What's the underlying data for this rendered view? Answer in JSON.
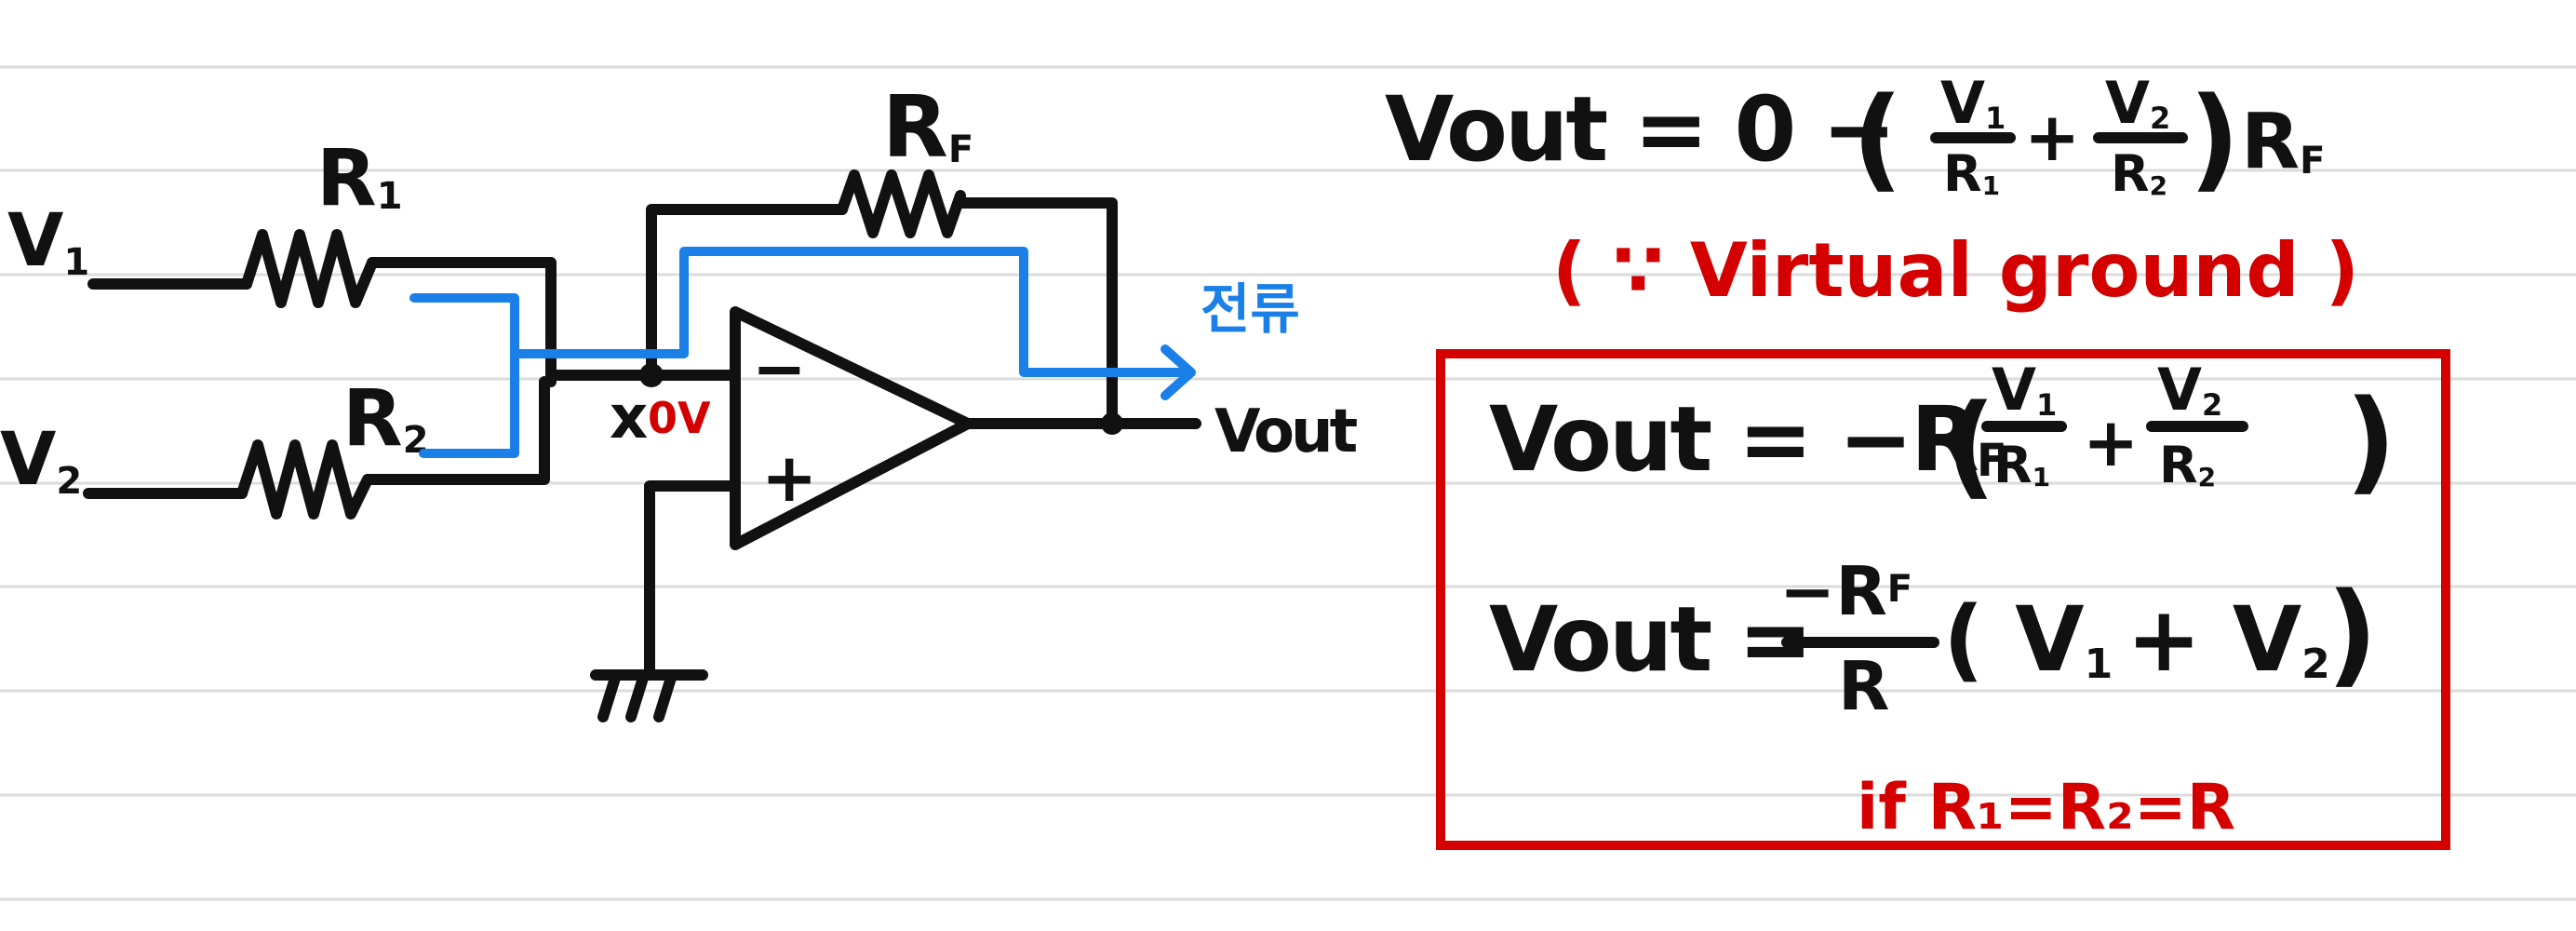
{
  "circuit": {
    "input1": "V",
    "input1_sub": "1",
    "input2": "V",
    "input2_sub": "2",
    "r1": "R",
    "r1_sub": "1",
    "r2": "R",
    "r2_sub": "2",
    "rf": "R",
    "rf_sub": "F",
    "minus_sign": "−",
    "plus_sign": "+",
    "node_label": "x",
    "zero_volt": "0V",
    "current_label": "전류",
    "output": "Vout"
  },
  "equations": {
    "eq1_left": "Vout = 0 −",
    "eq1_v1": "V",
    "eq1_v1_sub": "1",
    "eq1_r1": "R",
    "eq1_r1_sub": "1",
    "eq1_plus": "+",
    "eq1_v2": "V",
    "eq1_v2_sub": "2",
    "eq1_r2": "R",
    "eq1_r2_sub": "2",
    "eq1_rf": "R",
    "eq1_rf_sub": "F",
    "virtual_ground_note": "( ∵ Virtual ground )",
    "box": {
      "eq2_left": "Vout = −R",
      "eq2_left_sub": "F",
      "eq2_v1": "V",
      "eq2_v1_sub": "1",
      "eq2_r1": "R",
      "eq2_r1_sub": "1",
      "eq2_plus": "+",
      "eq2_v2": "V",
      "eq2_v2_sub": "2",
      "eq2_r2": "R",
      "eq2_r2_sub": "2",
      "eq3_left": "Vout =",
      "eq3_num": "−R",
      "eq3_num_sub": "F",
      "eq3_den": "R",
      "eq3_paren": "( V",
      "eq3_v1_sub": "1",
      "eq3_plus": "+ V",
      "eq3_v2_sub": "2",
      "eq3_close": ")",
      "condition": "if R₁=R₂=R"
    }
  },
  "colors": {
    "ink": "#111111",
    "annotation_red": "#d40000",
    "current_blue": "#1a7fe6",
    "ruled_line": "#dcdcdc"
  }
}
